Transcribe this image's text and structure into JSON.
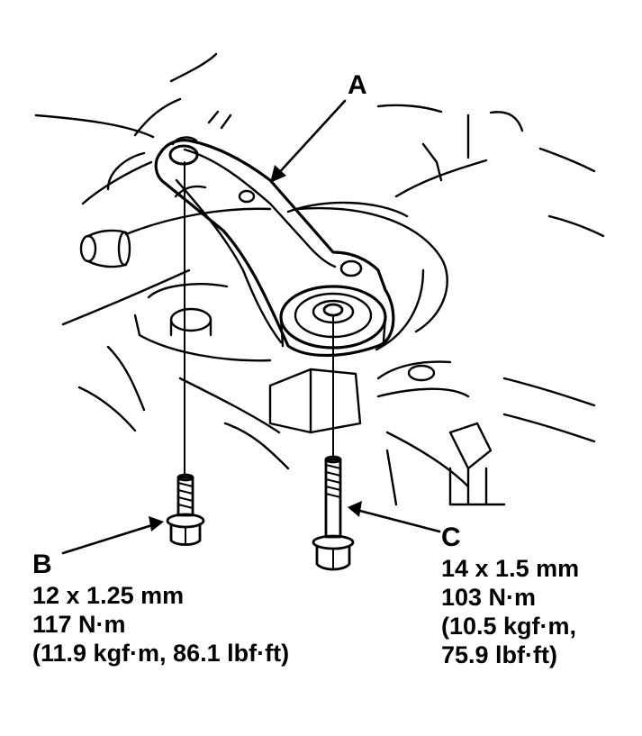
{
  "callouts": {
    "a": "A",
    "b": "B",
    "c": "C"
  },
  "bolt_b": {
    "size": "12 x 1.25 mm",
    "torque_nm": "117 N·m",
    "torque_alt": "(11.9 kgf·m, 86.1 lbf·ft)"
  },
  "bolt_c": {
    "size": "14 x 1.5 mm",
    "torque_nm": "103 N·m",
    "torque_alt_1": "(10.5 kgf·m,",
    "torque_alt_2": "75.9 lbf·ft)"
  },
  "colors": {
    "ink": "#000000",
    "paper": "#ffffff"
  }
}
